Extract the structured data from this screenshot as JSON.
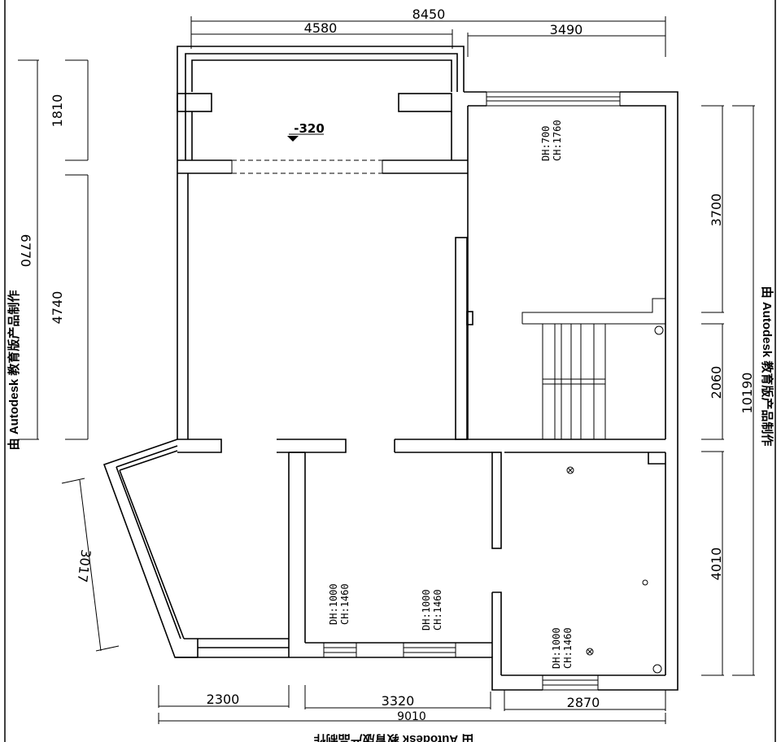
{
  "dimensions": {
    "top_total": "8450",
    "top_left": "4580",
    "top_right": "3490",
    "left_top": "1810",
    "left_mid": "4740",
    "left_total": "6770",
    "left_diag": "3017",
    "right_top": "3700",
    "right_mid": "2060",
    "right_low": "4010",
    "right_total": "10190",
    "bottom_left": "2300",
    "bottom_mid": "3320",
    "bottom_right": "2870",
    "bottom_total": "9010"
  },
  "elevation": "-320",
  "window_notes": {
    "top_right": [
      "DH:700",
      "CH:1760"
    ],
    "bottom_a": [
      "DH:1000",
      "CH:1460"
    ],
    "bottom_b": [
      "DH:1000",
      "CH:1460"
    ],
    "bottom_c": [
      "DH:1000",
      "CH:1460"
    ]
  },
  "watermark": "由 Autodesk 教育版产品制作"
}
